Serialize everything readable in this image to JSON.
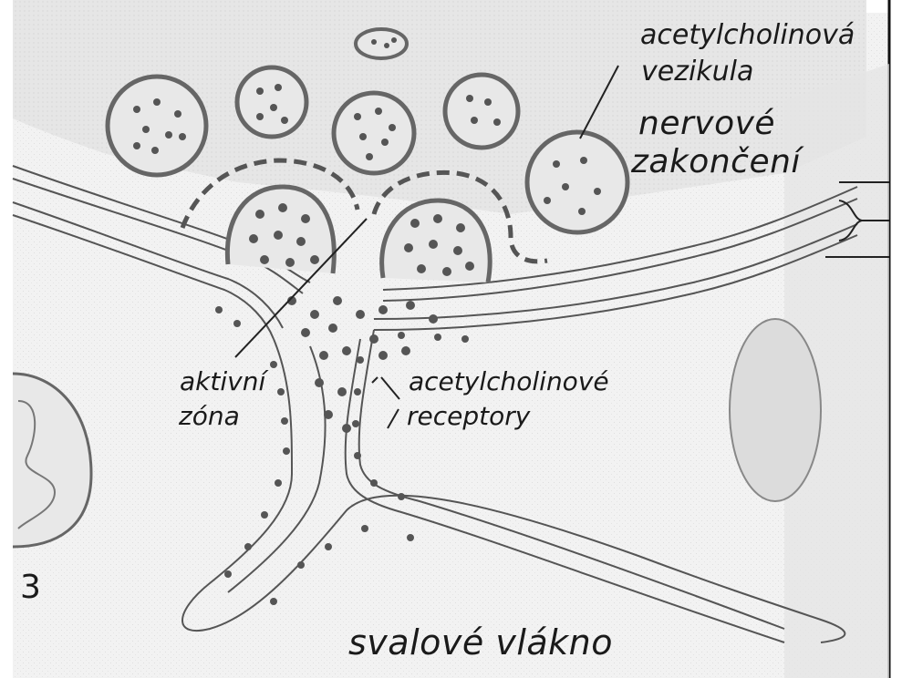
{
  "labels": {
    "vesicle_line1": "acetylcholinová",
    "vesicle_line2": "vezikula",
    "nerve_line1": "nervové",
    "nerve_line2": "zakončení",
    "active_line1": "aktivní",
    "active_line2": "zóna",
    "receptor_line1": "acetylcholinové",
    "receptor_line2": "receptory",
    "muscle": "svalové vlákno",
    "figure_number": "3"
  }
}
